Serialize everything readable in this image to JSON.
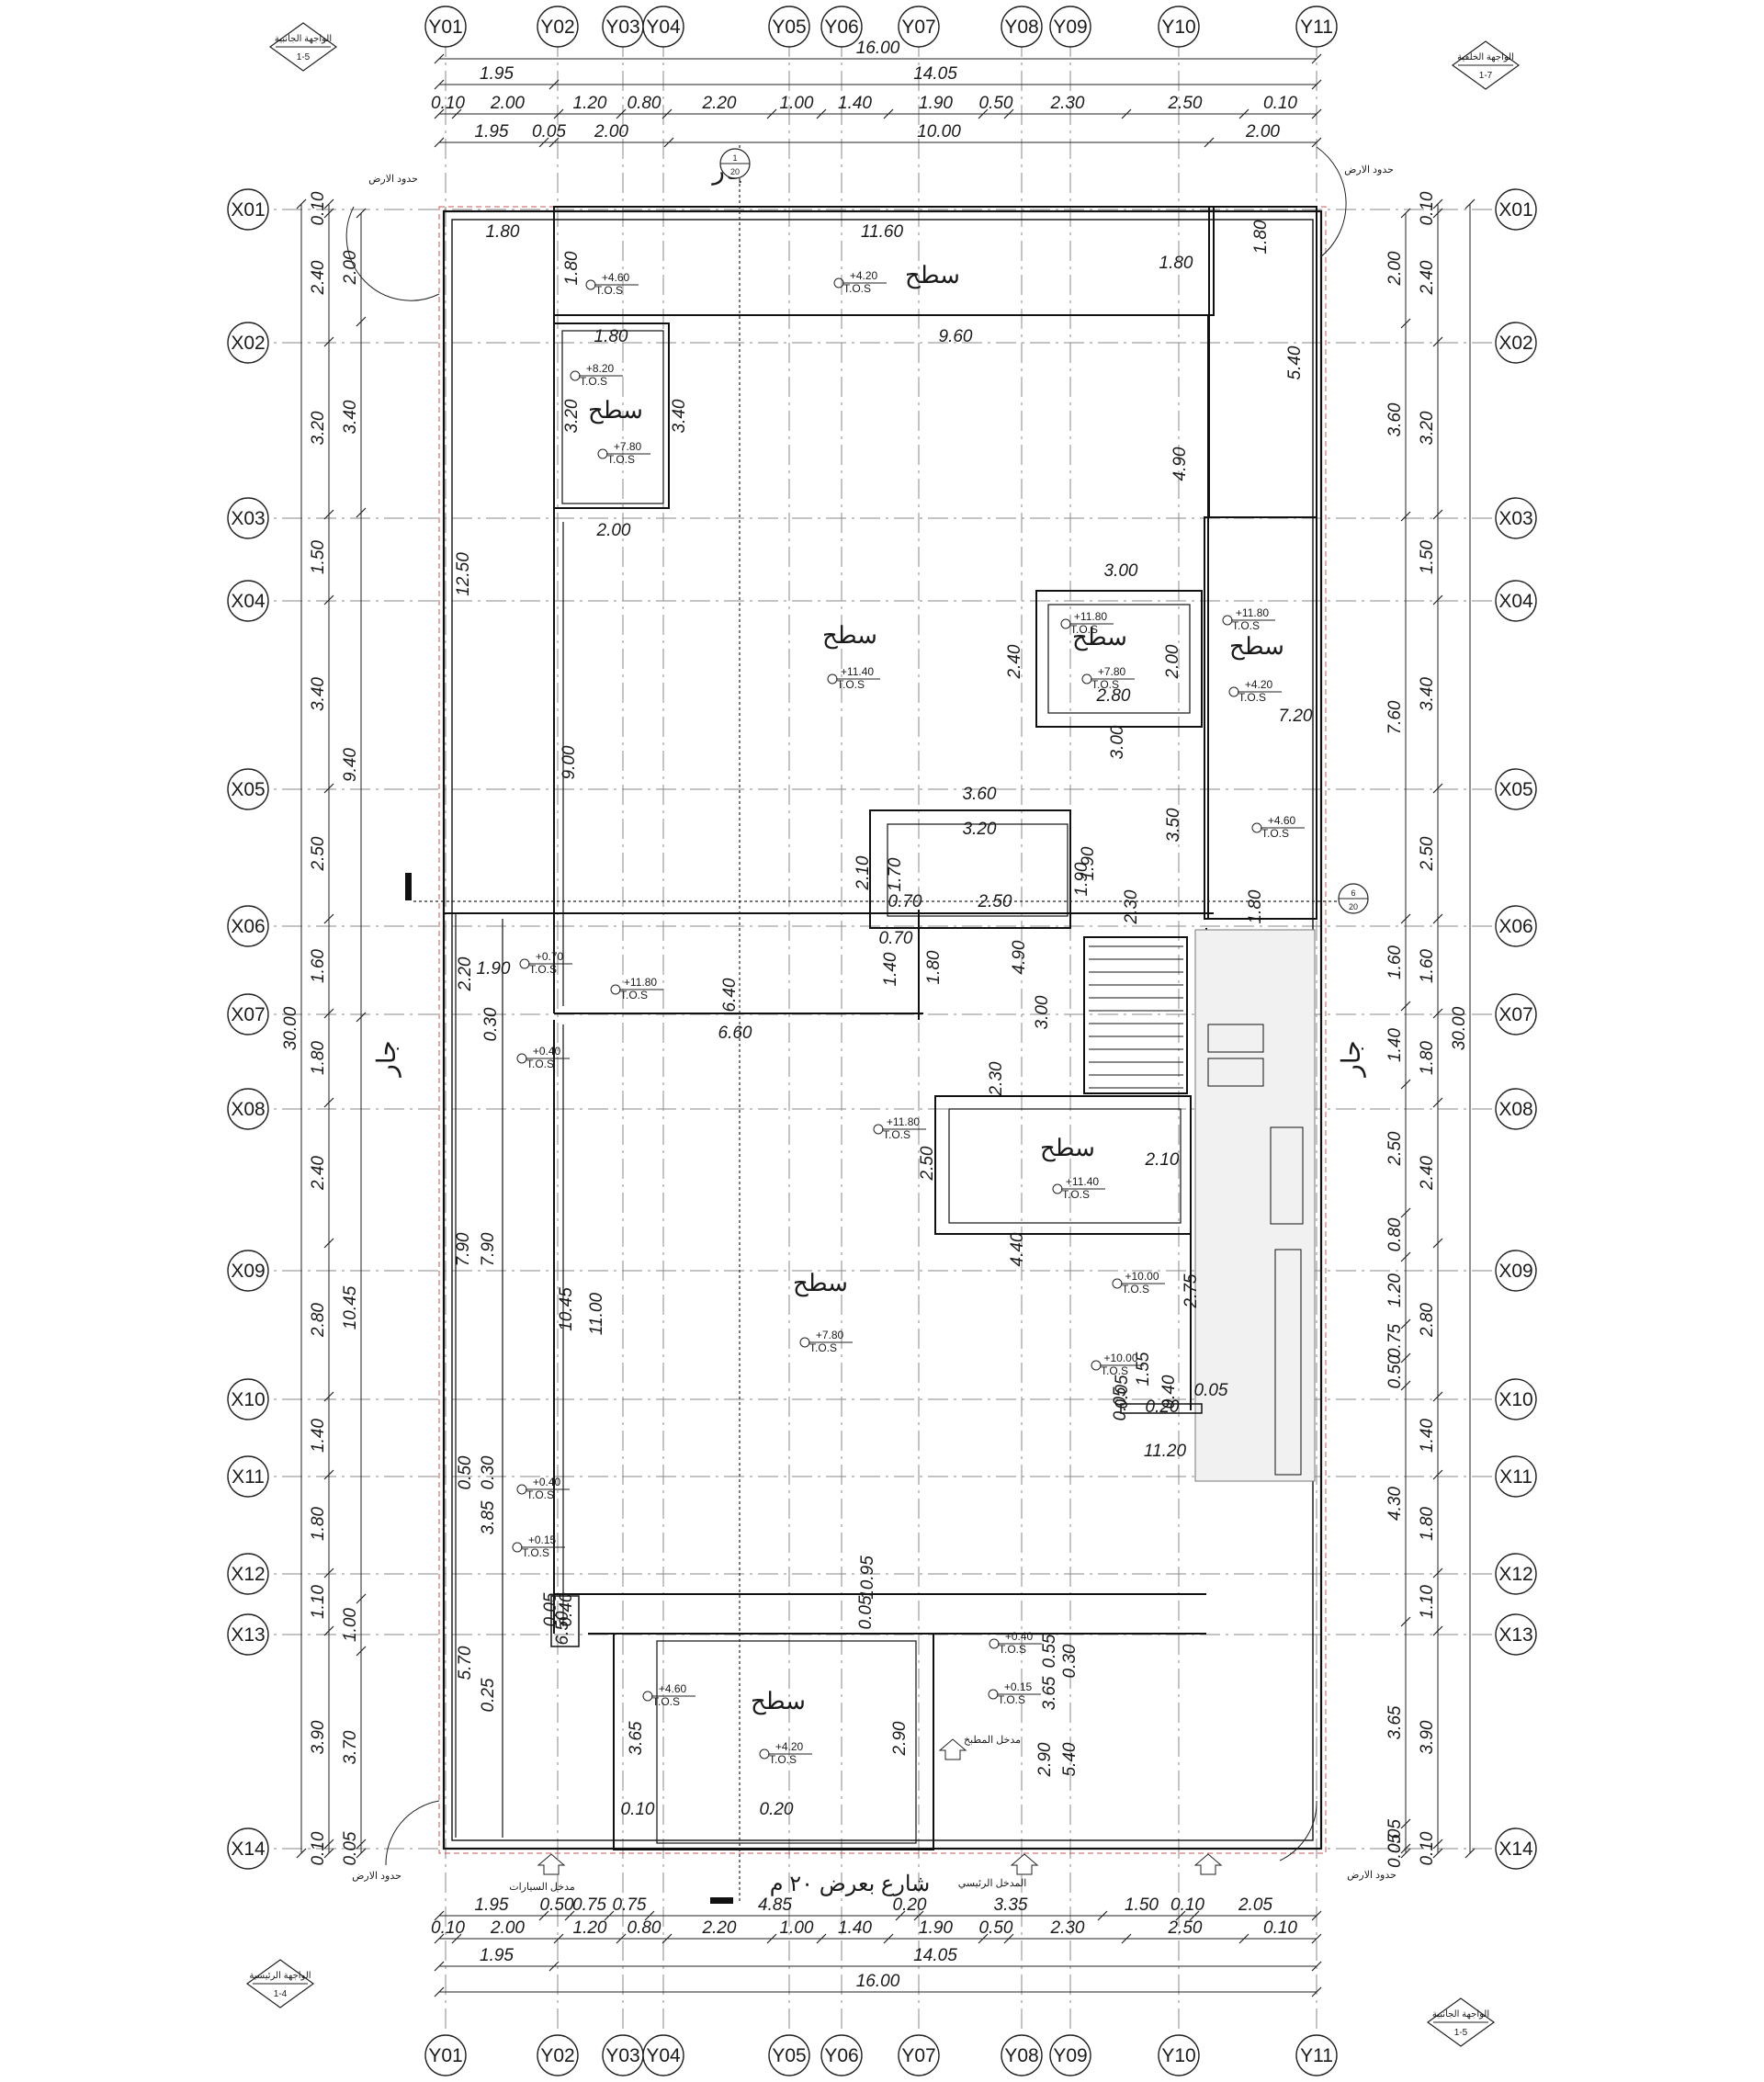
{
  "grid_y": [
    "Y01",
    "Y02",
    "Y03",
    "Y04",
    "Y05",
    "Y06",
    "Y07",
    "Y08",
    "Y09",
    "Y10",
    "Y11"
  ],
  "grid_x": [
    "X01",
    "X02",
    "X03",
    "X04",
    "X05",
    "X06",
    "X07",
    "X08",
    "X09",
    "X10",
    "X11",
    "X12",
    "X13",
    "X14"
  ],
  "dims_top": {
    "total": "16.00",
    "row2": [
      "1.95",
      "14.05"
    ],
    "row3": [
      "0.10",
      "2.00",
      "1.20",
      "0.80",
      "2.20",
      "1.00",
      "1.40",
      "1.90",
      "0.50",
      "2.30",
      "2.50",
      "0.10"
    ],
    "row4": [
      "1.95",
      "0.05",
      "2.00",
      "10.00",
      "2.00"
    ]
  },
  "dims_bottom": {
    "row1": [
      "1.95",
      "0.50",
      "0.75",
      "0.75",
      "4.85",
      "0.20",
      "3.35",
      "1.50",
      "0.10",
      "2.05"
    ],
    "row2": [
      "0.10",
      "2.00",
      "1.20",
      "0.80",
      "2.20",
      "1.00",
      "1.40",
      "1.90",
      "0.50",
      "2.30",
      "2.50",
      "0.10"
    ],
    "row3": [
      "1.95",
      "14.05"
    ],
    "total": "16.00"
  },
  "dims_left": {
    "outer": [
      "0.10",
      "2.40",
      "3.20",
      "1.50",
      "3.40",
      "2.50",
      "1.60",
      "1.80",
      "2.40",
      "2.80",
      "1.40",
      "1.80",
      "1.10",
      "3.90",
      "0.10"
    ],
    "mid": [
      "2.00",
      "3.40",
      "9.40",
      "10.45",
      "1.00",
      "3.70",
      "0.05"
    ],
    "total": "30.00"
  },
  "dims_right": {
    "outer": [
      "0.10",
      "2.40",
      "3.20",
      "1.50",
      "3.40",
      "2.50",
      "1.60",
      "1.80",
      "2.40",
      "2.80",
      "1.40",
      "1.80",
      "1.10",
      "3.90",
      "0.10"
    ],
    "mid": [
      "2.00",
      "3.60",
      "7.60",
      "1.60",
      "1.40",
      "2.50",
      "0.80",
      "1.20",
      "0.75",
      "0.50",
      "4.30",
      "3.65",
      "0.05",
      "0.05"
    ],
    "total": "30.00"
  },
  "labels": {
    "roof": "سطح",
    "neighbor": "جار",
    "street": "شارع بعرض ٢٠ م",
    "land_limit": "حدود الارض",
    "main_entrance": "المدخل الرئيسي",
    "car_entrance": "مدخل السيارات",
    "kitchen_entrance": "مدخل المطبخ",
    "elev_front": "الواجهة الرئيسية",
    "elev_side": "الواجهة الجانبية",
    "elev_rear": "الواجهة الخلفية",
    "sheet_14": "1-4",
    "sheet_15": "1-5",
    "sheet_17": "1-7",
    "section_1": "1",
    "section_6": "6",
    "sheet_20": "20"
  },
  "levels": [
    "+4.60",
    "+4.20",
    "+8.20",
    "+7.80",
    "+11.80",
    "+11.40",
    "+7.80",
    "+11.80",
    "+4.20",
    "+4.60",
    "+0.70",
    "+11.80",
    "+0.40",
    "+11.80",
    "+11.40",
    "+10.00",
    "+7.80",
    "+10.00",
    "+0.40",
    "+0.15",
    "+0.40",
    "+0.15",
    "+4.60",
    "+4.20"
  ],
  "level_tag": "T.O.S",
  "inner_dims": [
    "1.80",
    "11.60",
    "1.80",
    "1.80",
    "1.80",
    "1.80",
    "9.60",
    "5.40",
    "3.20",
    "3.40",
    "4.90",
    "2.00",
    "12.50",
    "3.00",
    "2.40",
    "2.00",
    "2.80",
    "3.00",
    "7.20",
    "9.00",
    "3.60",
    "3.20",
    "2.10",
    "1.70",
    "1.90",
    "1.90",
    "3.50",
    "0.70",
    "2.50",
    "2.30",
    "1.80",
    "0.70",
    "1.40",
    "1.80",
    "4.90",
    "2.20",
    "1.90",
    "6.40",
    "6.60",
    "0.30",
    "3.00",
    "2.30",
    "2.50",
    "2.10",
    "4.40",
    "7.90",
    "7.90",
    "10.45",
    "11.00",
    "2.75",
    "0.05",
    "1.55",
    "0.40",
    "0.05",
    "0.05",
    "0.20",
    "0.50",
    "0.30",
    "3.85",
    "11.20",
    "10.95",
    "0.05",
    "0.05",
    "0.40",
    "6.50",
    "5.70",
    "0.25",
    "0.55",
    "0.30",
    "3.65",
    "3.65",
    "2.90",
    "2.90",
    "5.40",
    "0.20",
    "0.10"
  ]
}
